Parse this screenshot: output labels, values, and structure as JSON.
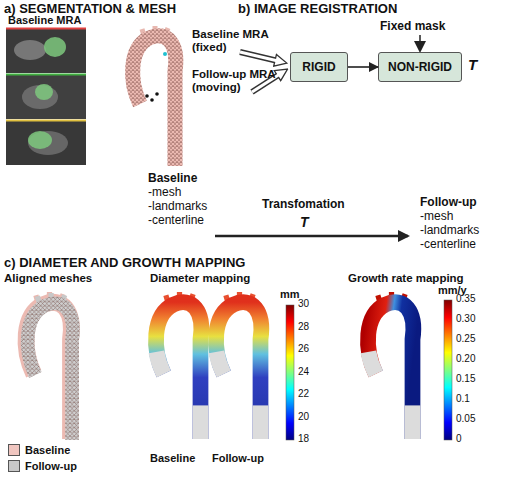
{
  "diagram": {
    "nodes": [
      {
        "text": [
          "RIGID"
        ]
      },
      {
        "text": [
          "NON-RIGID"
        ]
      }
    ],
    "edges": [
      {
        "from": 0,
        "to": 1,
        "arrow": "to"
      }
    ],
    "labels": [
      "a) SEGMENTATION & MESH",
      "Baseline MRA",
      "b) IMAGE REGISTRATION",
      "Baseline MRA (fixed)",
      "Follow-up MRA (moving)",
      "Fixed mask",
      "T",
      "Baseline",
      "-mesh",
      "-landmarks",
      "-centerline",
      "Transfomation",
      "T",
      "Follow-up",
      "-mesh",
      "-landmarks",
      "-centerline",
      "c) DIAMETER AND GROWTH MAPPING",
      "Aligned meshes",
      "Diameter mapping",
      "Growth rate mapping",
      "mm",
      "30",
      "28",
      "26",
      "24",
      "22",
      "20",
      "18",
      "Baseline",
      "Follow-up",
      "mm/y",
      "0.35",
      "0.30",
      "0.25",
      "0.20",
      "0.15",
      "0.1",
      "0.05",
      "0"
    ],
    "legend": [
      {
        "text": "Baseline",
        "color": "#f0c6c0"
      },
      {
        "text": "Follow-up",
        "color": "#c8c8c8"
      }
    ]
  }
}
